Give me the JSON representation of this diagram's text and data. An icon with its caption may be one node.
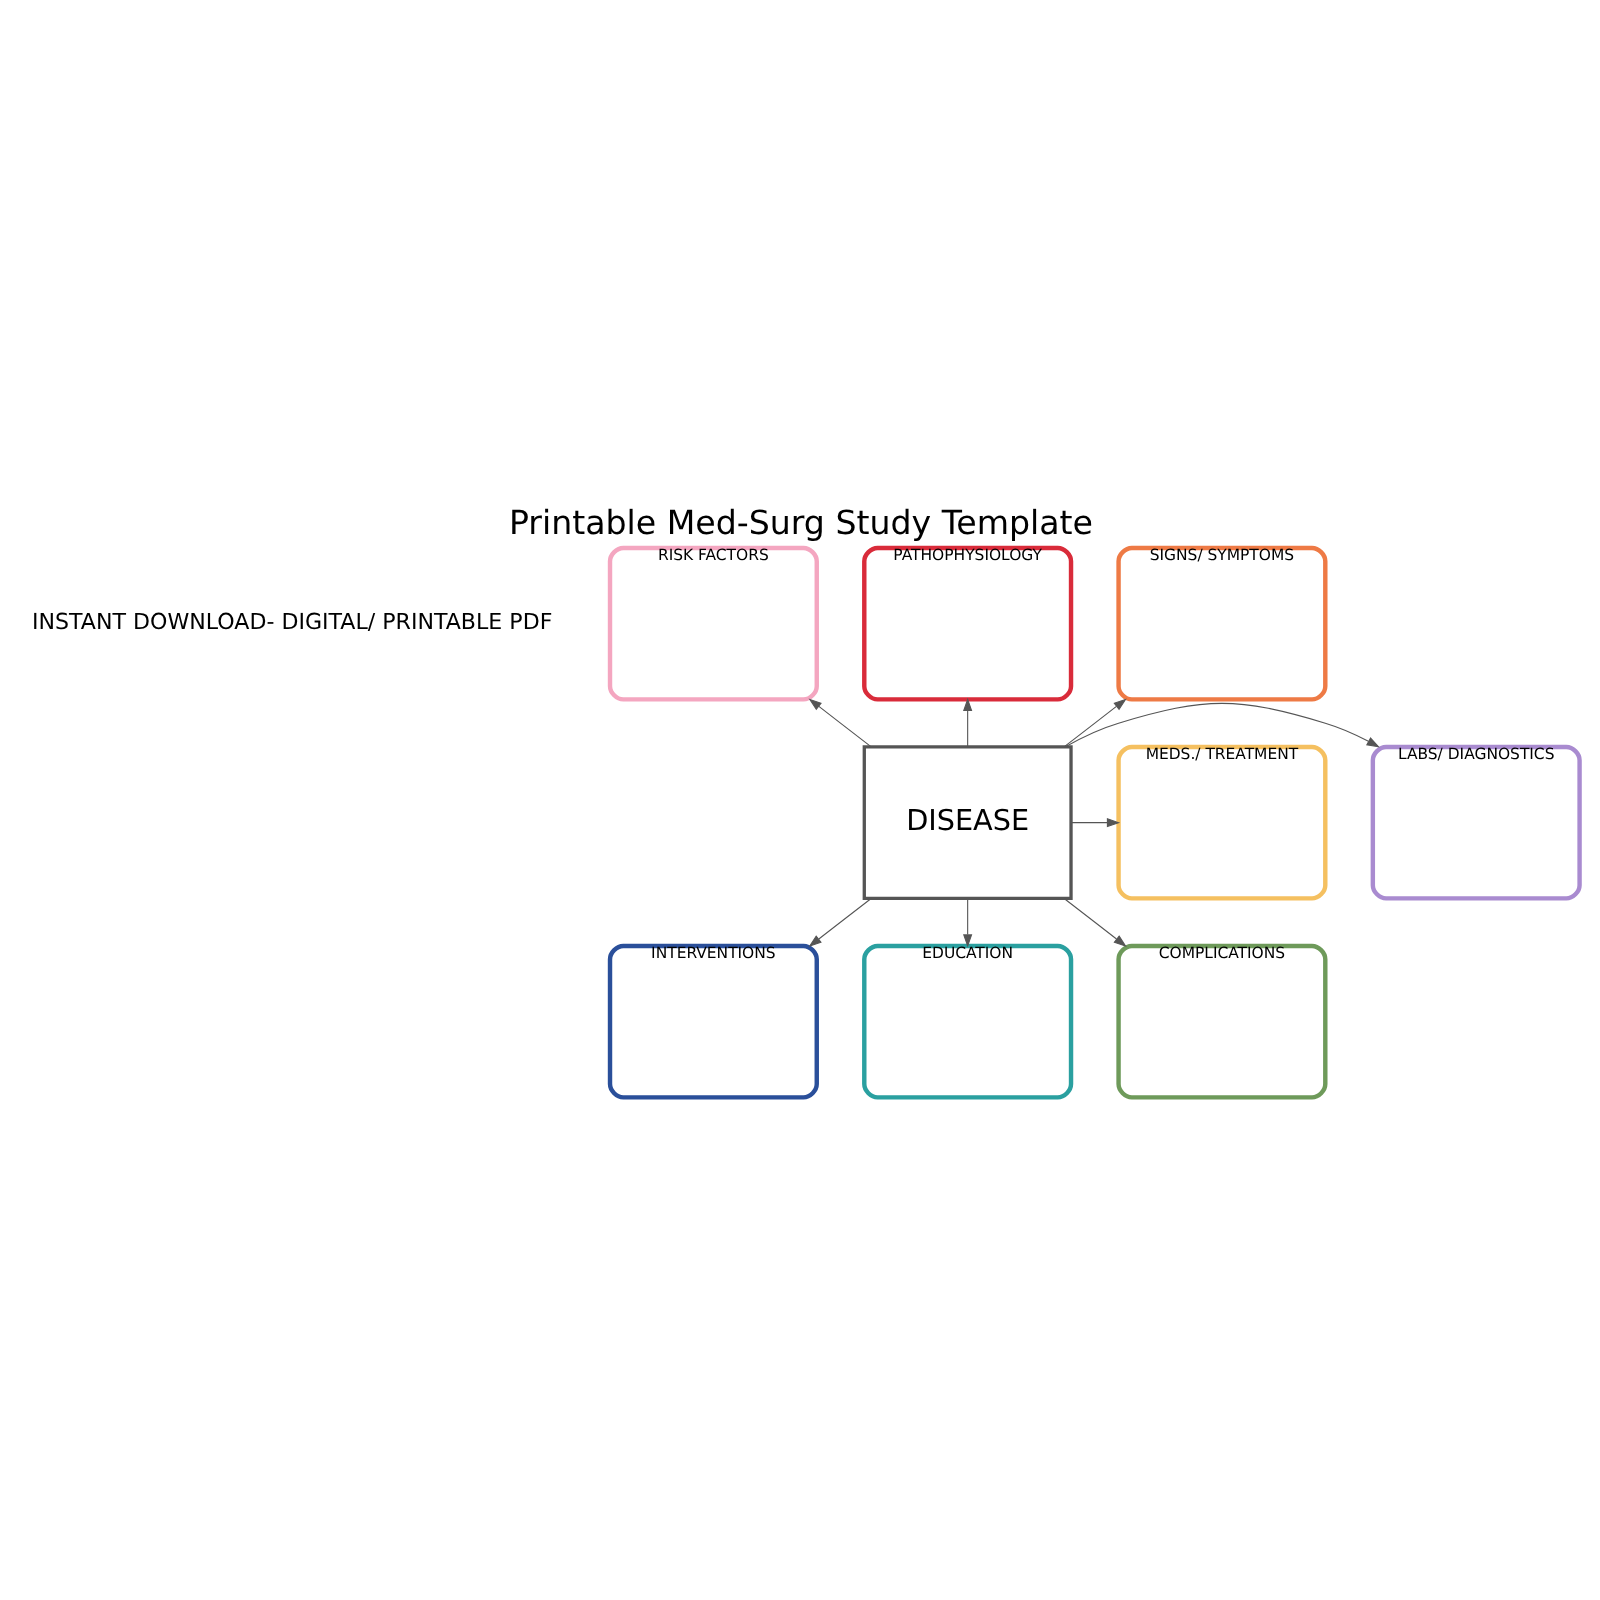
{
  "diagram": {
    "title": "Printable Med-Surg Study Template",
    "nodes": [
      {
        "text": [
          "RISK FACTORS"
        ]
      },
      {
        "text": [
          "PATHOPHYSIOLOGY"
        ]
      },
      {
        "text": [
          "SIGNS/ SYMPTOMS"
        ]
      },
      {
        "text": [
          "LABS/ DIAGNOSTICS"
        ]
      },
      {
        "text": [
          "DISEASE"
        ]
      },
      {
        "text": [
          "MEDS./ TREATMENT"
        ]
      },
      {
        "text": [
          "INTERVENTIONS"
        ]
      },
      {
        "text": [
          "EDUCATION"
        ]
      },
      {
        "text": [
          "COMPLICATIONS"
        ]
      }
    ],
    "edges": [
      {
        "from": 4,
        "to": 0,
        "arrow": "to"
      },
      {
        "from": 4,
        "to": 1,
        "arrow": "to"
      },
      {
        "from": 4,
        "to": 2,
        "arrow": "to"
      },
      {
        "from": 4,
        "to": 3,
        "arrow": "to"
      },
      {
        "from": 4,
        "to": 5,
        "arrow": "to"
      },
      {
        "from": 4,
        "to": 6,
        "arrow": "to"
      },
      {
        "from": 4,
        "to": 7,
        "arrow": "to"
      },
      {
        "from": 4,
        "to": 8,
        "arrow": "to"
      }
    ],
    "labels": [
      "INSTANT DOWNLOAD- DIGITAL/ PRINTABLE PDF"
    ]
  }
}
